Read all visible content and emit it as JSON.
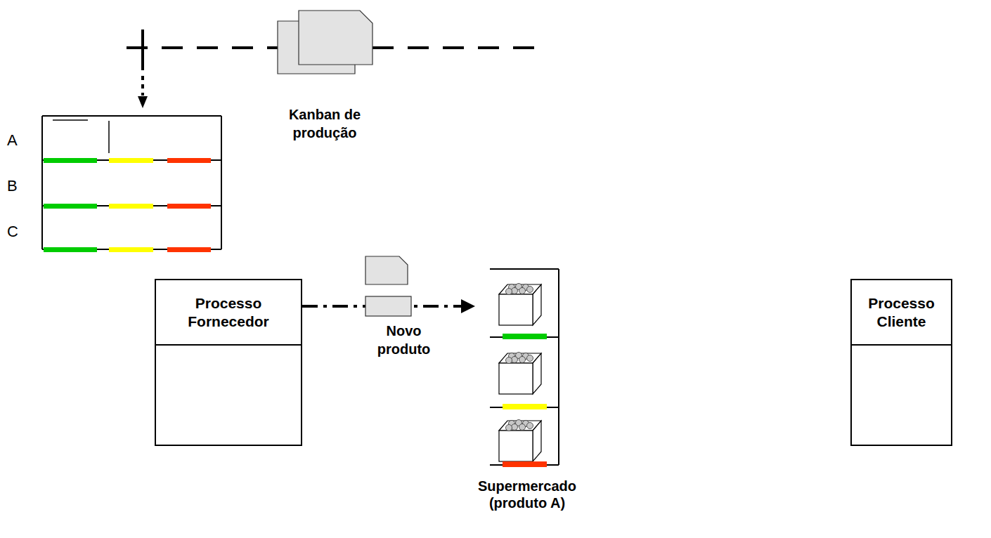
{
  "diagram": {
    "nodes": [
      {
        "text": [
          "Processo Fornecedor"
        ]
      },
      {
        "text": [
          "Supermercado (produto A)"
        ]
      },
      {
        "text": [
          "Processo Cliente"
        ]
      }
    ],
    "edges": [
      {
        "from": 0,
        "to": 1,
        "arrow": "to",
        "label": "Novo produto"
      }
    ],
    "labels": [
      "Kanban de produção",
      "A",
      "B",
      "C"
    ]
  }
}
